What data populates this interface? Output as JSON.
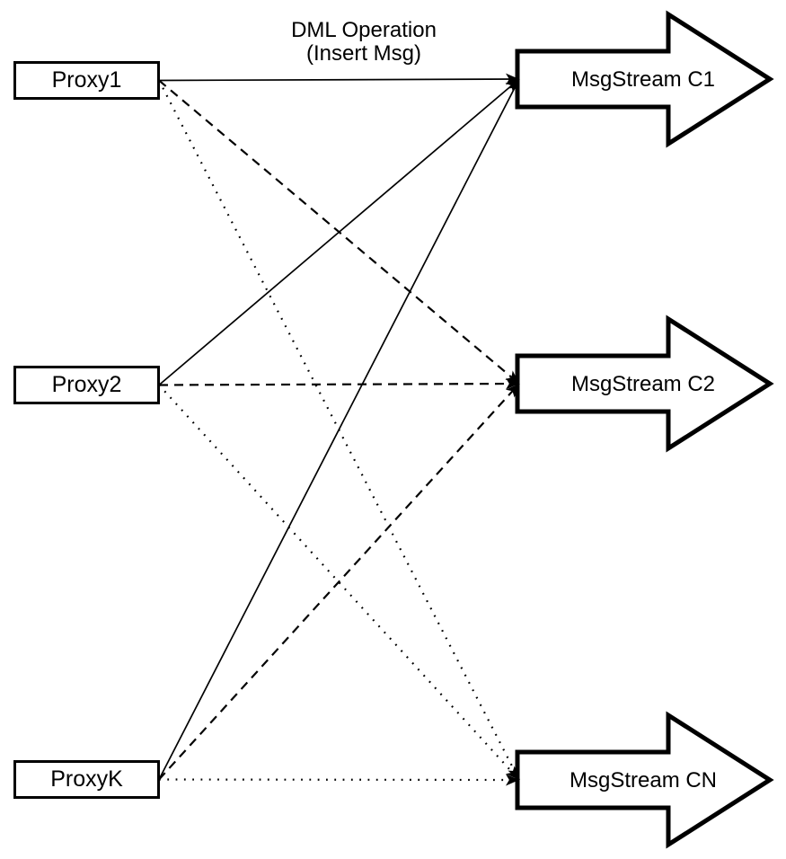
{
  "title": {
    "line1": "DML Operation",
    "line2": "(Insert Msg)"
  },
  "colors": {
    "ink": "#000000",
    "background": "#ffffff"
  },
  "proxies": [
    {
      "id": "proxy1",
      "label": "Proxy1"
    },
    {
      "id": "proxy2",
      "label": "Proxy2"
    },
    {
      "id": "proxyk",
      "label": "ProxyK"
    }
  ],
  "streams": [
    {
      "id": "c1",
      "label": "MsgStream C1"
    },
    {
      "id": "c2",
      "label": "MsgStream C2"
    },
    {
      "id": "cn",
      "label": "MsgStream CN"
    }
  ],
  "edges": [
    {
      "from": "proxy1",
      "to": "c1",
      "style": "solid"
    },
    {
      "from": "proxy2",
      "to": "c1",
      "style": "solid"
    },
    {
      "from": "proxyk",
      "to": "c1",
      "style": "solid"
    },
    {
      "from": "proxy1",
      "to": "c2",
      "style": "dashed"
    },
    {
      "from": "proxy2",
      "to": "c2",
      "style": "dashed"
    },
    {
      "from": "proxyk",
      "to": "c2",
      "style": "dashed"
    },
    {
      "from": "proxy1",
      "to": "cn",
      "style": "dotted"
    },
    {
      "from": "proxy2",
      "to": "cn",
      "style": "dotted"
    },
    {
      "from": "proxyk",
      "to": "cn",
      "style": "dotted"
    }
  ]
}
